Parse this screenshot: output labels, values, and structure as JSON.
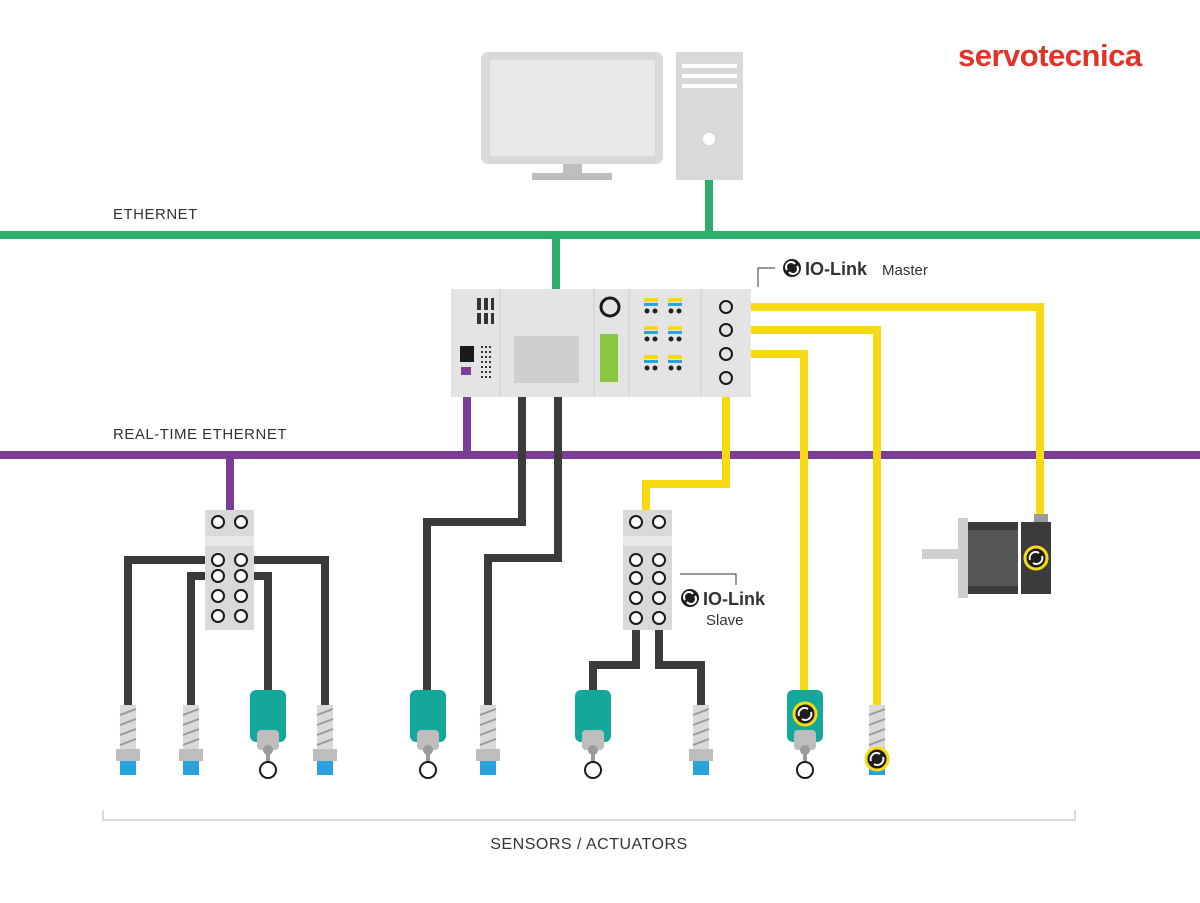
{
  "brand": {
    "logo_text": "servotecnica",
    "color": "#e0342a"
  },
  "labels": {
    "ethernet": "ETHERNET",
    "realtime_ethernet": "REAL-TIME ETHERNET",
    "iolink_master_brand": "IO-Link",
    "iolink_master_role": "Master",
    "iolink_slave_brand": "IO-Link",
    "iolink_slave_role": "Slave",
    "sensors_actuators": "SENSORS / ACTUATORS"
  },
  "colors": {
    "ethernet": "#2cae6c",
    "realtime_ethernet": "#7b3e97",
    "iolink_cable": "#f7d914",
    "standard_cable": "#3b3b3b",
    "device_gray": "#d9d9d9",
    "sensor_teal": "#14a89a",
    "connector_blue": "#2aa3dc",
    "iolink_icon_bg": "#1e1e1e"
  },
  "icons": [
    "pc-monitor-icon",
    "pc-tower-icon",
    "iolink-logo-icon",
    "motor-icon",
    "sensor-icon",
    "io-module-icon",
    "plc-icon"
  ]
}
